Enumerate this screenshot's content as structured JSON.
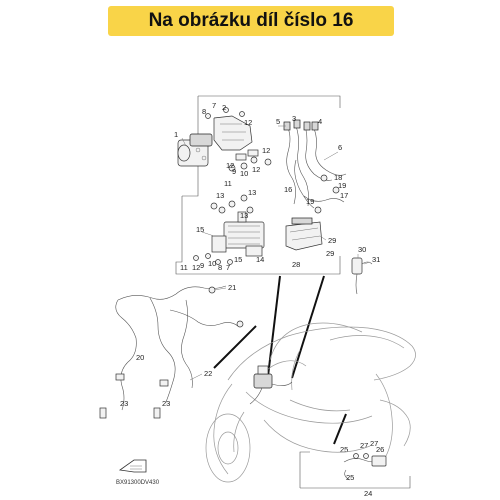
{
  "banner": {
    "text": "Na obrázku díl číslo 16"
  },
  "diagram": {
    "code": "BX91300DV430",
    "callouts": {
      "c1": "1",
      "c2": "2",
      "c3": "3",
      "c4": "4",
      "c5": "5",
      "c6": "6",
      "c7": "7",
      "c8": "8",
      "c9": "9",
      "c10": "10",
      "c11": "11",
      "c12": "12",
      "c13": "13",
      "c14": "14",
      "c15": "15",
      "c16": "16",
      "c17": "17",
      "c18": "18",
      "c19": "19",
      "c20": "20",
      "c21": "21",
      "c22": "22",
      "c23": "23",
      "c24": "24",
      "c25": "25",
      "c26": "26",
      "c27": "27",
      "c28": "28",
      "c29": "29",
      "c30": "30",
      "c31": "31"
    }
  }
}
